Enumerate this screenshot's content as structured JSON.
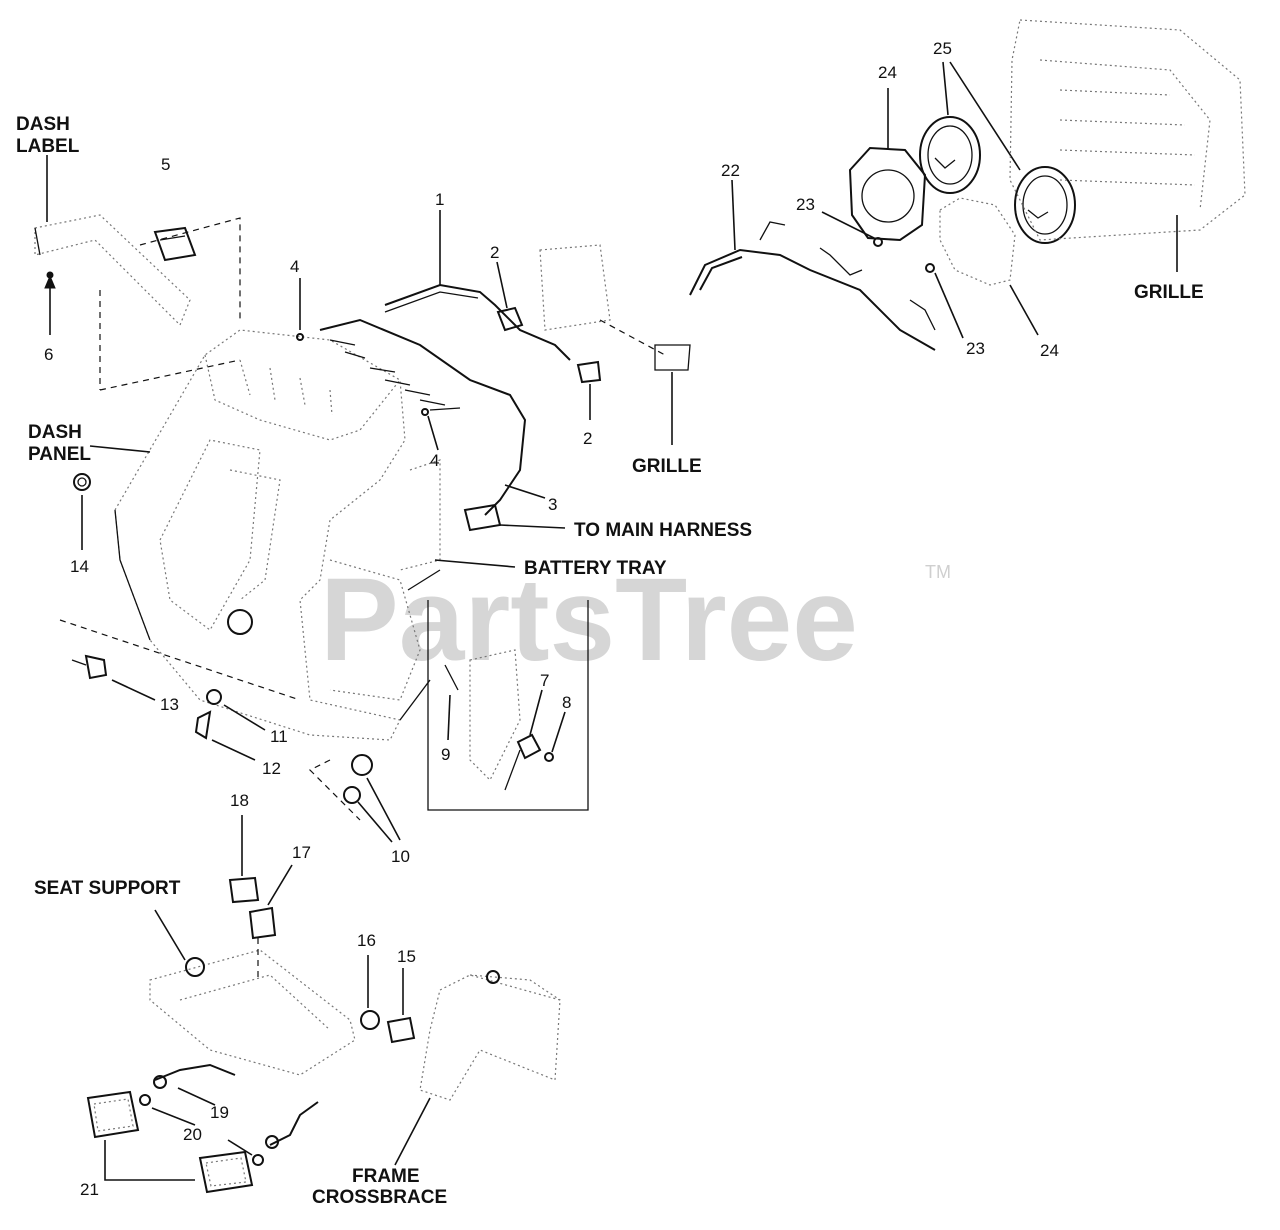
{
  "watermark": {
    "text": "PartsTree",
    "trademark": "TM"
  },
  "callouts": [
    "1",
    "2",
    "2",
    "3",
    "4",
    "4",
    "5",
    "6",
    "7",
    "8",
    "9",
    "10",
    "11",
    "12",
    "13",
    "14",
    "15",
    "16",
    "17",
    "18",
    "19",
    "20",
    "21",
    "22",
    "23",
    "23",
    "24",
    "24",
    "25"
  ],
  "labels": {
    "dash_label": [
      "DASH",
      "LABEL"
    ],
    "dash_panel": [
      "DASH",
      "PANEL"
    ],
    "grille": "GRILLE",
    "to_main_harness": "TO MAIN HARNESS",
    "battery_tray": "BATTERY TRAY",
    "seat_support": "SEAT SUPPORT",
    "frame_crossbrace": [
      "FRAME",
      "CROSSBRACE"
    ]
  }
}
